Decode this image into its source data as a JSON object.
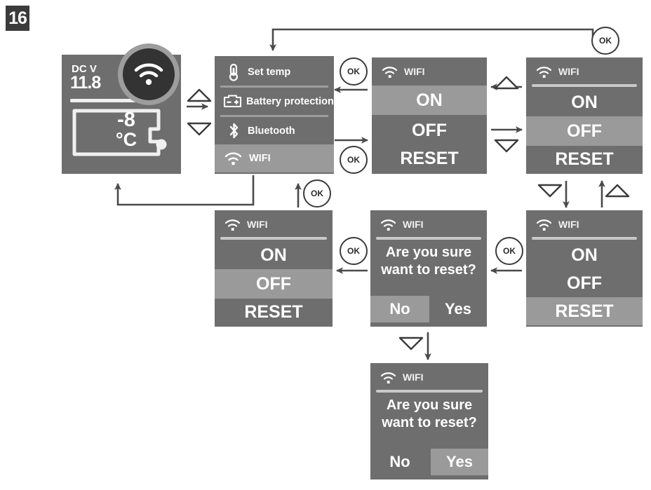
{
  "step": {
    "number": "16"
  },
  "display": {
    "dc_label": "DC V",
    "dc_value": "11.8",
    "temp_value": "-8",
    "temp_unit": "°C",
    "wifi_icon": "wifi-icon"
  },
  "menu": {
    "items": [
      {
        "label": "Set temp",
        "icon": "thermometer-icon",
        "selected": false
      },
      {
        "label": "Battery protection",
        "icon": "battery-icon",
        "selected": false
      },
      {
        "label": "Bluetooth",
        "icon": "bluetooth-icon",
        "selected": false
      },
      {
        "label": "WIFI",
        "icon": "wifi-icon",
        "selected": true
      }
    ]
  },
  "panels": {
    "wifi_on": {
      "title": "WIFI",
      "options": [
        "ON",
        "OFF",
        "RESET"
      ],
      "selected": "ON"
    },
    "wifi_off_top": {
      "title": "WIFI",
      "options": [
        "ON",
        "OFF",
        "RESET"
      ],
      "selected": "OFF"
    },
    "wifi_reset": {
      "title": "WIFI",
      "options": [
        "ON",
        "OFF",
        "RESET"
      ],
      "selected": "RESET"
    },
    "confirm_no": {
      "title": "WIFI",
      "question_line1": "Are you sure",
      "question_line2": "want to reset?",
      "buttons": [
        "No",
        "Yes"
      ],
      "selected": "No"
    },
    "confirm_yes": {
      "title": "WIFI",
      "question_line1": "Are you sure",
      "question_line2": "want to reset?",
      "buttons": [
        "No",
        "Yes"
      ],
      "selected": "Yes"
    },
    "wifi_off_bottom": {
      "title": "WIFI",
      "options": [
        "ON",
        "OFF",
        "RESET"
      ],
      "selected": "OFF"
    }
  },
  "controls": {
    "ok_label": "OK",
    "up_icon": "triangle-up-icon",
    "down_icon": "triangle-down-icon"
  },
  "colors": {
    "panel_bg": "#6e6e6e",
    "highlight": "#9a9a9a",
    "text": "#ffffff",
    "line": "#4a4a4a",
    "badge": "#3b3b3b"
  }
}
